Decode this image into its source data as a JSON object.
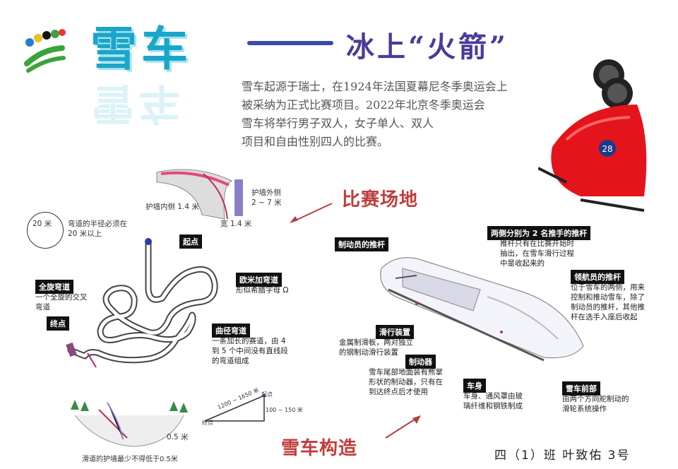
{
  "title": {
    "main": "雪车",
    "dash": "——",
    "subtitle": "冰上“火箭”"
  },
  "intro": {
    "lines": [
      "雪车起源于瑞士，在1924年法国夏幕尼冬季奥运会上",
      "被采纳为正式比赛项目。2022年北京冬季奥运会",
      "雪车将举行男子双人，女子单人、双人",
      "项目和自由性别四人的比赛。"
    ]
  },
  "sections": {
    "venue": "比赛场地",
    "structure": "雪车构造"
  },
  "venue": {
    "wall_inner": "护墙内侧 1.4 米",
    "wall_outer": "护墙外侧\n2 ~ 7 米",
    "width": "宽 1.4 米",
    "radius_circle": "20 米",
    "radius_note": "弯道的半径必须在\n20 米以上",
    "start_tag": "起点",
    "finish_tag": "终点",
    "full_turn_tag": "全旋弯道",
    "full_turn_desc": "一个全旋的交叉\n弯道",
    "omega_tag": "欧米加弯道",
    "omega_desc": "形似希腊字母 Ω",
    "labyrinth_tag": "曲径弯道",
    "labyrinth_desc": "一条加长的赛道，由 4\n到 5 个中间没有直线段\n的弯道组成",
    "slope_length": "1200 ~ 1650 米",
    "slope_drop": "100 ~ 150 米",
    "slope_start": "起点",
    "slope_end": "终点",
    "guard_min": "0.5 米",
    "guard_note": "滑道的护墙最少不得低于0.5米"
  },
  "sled": {
    "number": "28",
    "brakeman_pushbar_tag": "制动员的推杆",
    "side_pushbars_tag": "两侧分别为 2 名推手的推杆",
    "side_pushbars_desc": "推杆只有在比赛开始时\n抽出，在雪车滑行过程\n中是收起来的",
    "pilot_pushbar_tag": "领航员的推杆",
    "pilot_pushbar_desc": "位于雪车的两侧，用来\n控制和推动雪车，除了\n制动员的推杆，其他推\n杆在选手入座后收起",
    "runners_tag": "滑行装置",
    "runners_desc": "金属制滑板，两对独立\n的钢制动滑行装置",
    "brake_tag": "制动器",
    "brake_desc": "雪车尾部地面装有熊掌\n形状的制动器，只有在\n到达终点后才使用",
    "body_tag": "车身",
    "body_desc": "车身、通风罩由玻\n璃纤维和钢铁制成",
    "front_tag": "雪车前部",
    "front_desc": "由两个方向舵制动的\n滑轮系统操作"
  },
  "footer": "四（1）班  叶致佑  3号",
  "colors": {
    "title": "#1aa6c9",
    "subtitle": "#4a3b9a",
    "section": "#c03c3c",
    "sled_red": "#e3141c",
    "olympic_green": "#3aa33a"
  }
}
